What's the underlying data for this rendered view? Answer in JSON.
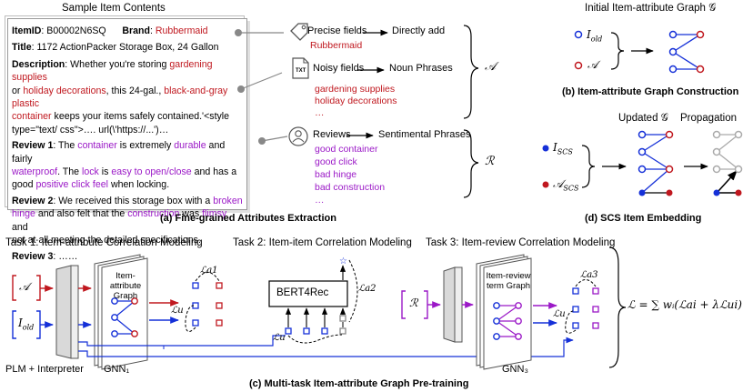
{
  "panel_a": {
    "title": "Sample Item Contents",
    "card": {
      "item_id_label": "ItemID",
      "item_id": "B00002N6SQ",
      "brand_label": "Brand",
      "brand": "Rubbermaid",
      "title_label": "Title",
      "title": "1172 ActionPacker Storage Box, 24 Gallon",
      "desc_label": "Description",
      "desc_1": "Whether you're storing ",
      "desc_2": "gardening supplies",
      "desc_3": "or ",
      "desc_4": "holiday decorations",
      "desc_5": ", this 24-gal., ",
      "desc_6": "black-and-gray plastic",
      "desc_7": "container",
      "desc_8": " keeps your items safely contained.'<style",
      "desc_9": "type=\"text/ css\">…. url(\\'https://...')…",
      "r1_label": "Review 1",
      "r1_1": ": The ",
      "r1_2": "container",
      "r1_3": " is extremely ",
      "r1_4": "durable",
      "r1_5": " and fairly",
      "r1_6": "waterproof",
      "r1_7": ". The ",
      "r1_8": "lock",
      "r1_9": " is ",
      "r1_10": "easy to open/close",
      "r1_11": " and has a",
      "r1_12": "good ",
      "r1_13": "positive click feel",
      "r1_14": " when locking.",
      "r2_label": "Review 2",
      "r2_1": ": We received this storage box with a ",
      "r2_2": "broken",
      "r2_3": "hinge",
      "r2_4": " and also felt that the ",
      "r2_5": "construction",
      "r2_6": " was ",
      "r2_7": "flimsy",
      "r2_8": " and",
      "r2_9": "not at all meeting the detailed specifications.",
      "r3_label": "Review 3",
      "r3_1": ": ……"
    },
    "precise_fields": "Precise fields",
    "directly_add": "Directly add",
    "precise_value": "Rubbermaid",
    "noisy_fields": "Noisy fields",
    "noun_phrases": "Noun Phrases",
    "noisy_values": [
      "gardening supplies",
      "holiday decorations",
      "…"
    ],
    "reviews": "Reviews",
    "sentimental_phrases": "Sentimental Phrases",
    "review_values": [
      "good container",
      "good click",
      "bad hinge",
      "bad construction",
      "…"
    ],
    "txt_icon_label": "TXT",
    "set_a": "𝒜",
    "set_r": "ℛ",
    "caption": "(a) Fine-grained Attributes Extraction"
  },
  "panel_b": {
    "title": "Initial Item-attribute Graph 𝒢",
    "i_old": "I",
    "i_old_sub": "old",
    "a_label": "𝒜",
    "caption": "(b) Item-attribute Graph Construction"
  },
  "panel_d": {
    "updated": "Updated 𝒢",
    "propagation": "Propagation",
    "i_scs": "I",
    "i_scs_sub": "SCS",
    "a_scs": "𝒜",
    "a_scs_sub": "SCS",
    "caption": "(d) SCS Item Embedding"
  },
  "panel_c": {
    "task1": "Task 1: Item-attribute Correlation Modeling",
    "task2": "Task 2: Item-item Correlation Modeling",
    "task3": "Task 3: Item-review Correlation Modeling",
    "graph1_label": "Item-attribute Graph",
    "graph3_label": "Item-review term Graph",
    "bert": "BERT4Rec",
    "la1": "ℒa1",
    "la2": "ℒa2",
    "la3": "ℒa3",
    "lu": "ℒu",
    "in_a": "𝒜",
    "in_i": "I",
    "in_i_sub": "old",
    "in_r": "ℛ",
    "plm": "PLM + Interpreter",
    "gnn1": "GNN₁",
    "gnn3": "GNN₃",
    "loss": "ℒ = ∑ wᵢ(ℒai + λℒui)",
    "caption": "(c) Multi-task Item-attribute Graph Pre-training"
  },
  "colors": {
    "red": "#c0181f",
    "blue": "#1530d8",
    "purple": "#9b19c7",
    "gray": "#9a9a9a"
  }
}
